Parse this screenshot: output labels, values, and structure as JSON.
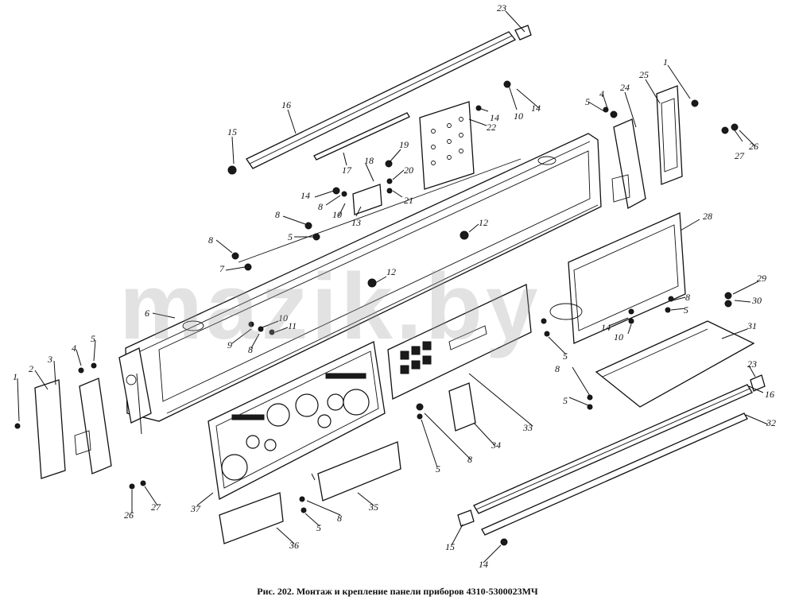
{
  "figure": {
    "caption": "Рис. 202. Монтаж и крепление панели приборов 4310-5300023МЧ",
    "watermark": "mazik.by"
  },
  "callouts": [
    {
      "label": "23"
    },
    {
      "label": "16"
    },
    {
      "label": "15"
    },
    {
      "label": "17"
    },
    {
      "label": "18"
    },
    {
      "label": "19"
    },
    {
      "label": "20"
    },
    {
      "label": "21"
    },
    {
      "label": "14"
    },
    {
      "label": "8"
    },
    {
      "label": "10"
    },
    {
      "label": "13"
    },
    {
      "label": "14"
    },
    {
      "label": "10"
    },
    {
      "label": "22"
    },
    {
      "label": "14"
    },
    {
      "label": "5"
    },
    {
      "label": "4"
    },
    {
      "label": "24"
    },
    {
      "label": "25"
    },
    {
      "label": "1"
    },
    {
      "label": "26"
    },
    {
      "label": "27"
    },
    {
      "label": "8"
    },
    {
      "label": "5"
    },
    {
      "label": "12"
    },
    {
      "label": "8"
    },
    {
      "label": "7"
    },
    {
      "label": "12"
    },
    {
      "label": "28"
    },
    {
      "label": "6"
    },
    {
      "label": "10"
    },
    {
      "label": "11"
    },
    {
      "label": "9"
    },
    {
      "label": "8"
    },
    {
      "label": "29"
    },
    {
      "label": "30"
    },
    {
      "label": "8"
    },
    {
      "label": "5"
    },
    {
      "label": "14"
    },
    {
      "label": "10"
    },
    {
      "label": "5"
    },
    {
      "label": "31"
    },
    {
      "label": "4"
    },
    {
      "label": "5"
    },
    {
      "label": "3"
    },
    {
      "label": "2"
    },
    {
      "label": "1"
    },
    {
      "label": "8"
    },
    {
      "label": "5"
    },
    {
      "label": "23"
    },
    {
      "label": "16"
    },
    {
      "label": "32"
    },
    {
      "label": "33"
    },
    {
      "label": "34"
    },
    {
      "label": "8"
    },
    {
      "label": "5"
    },
    {
      "label": "26"
    },
    {
      "label": "27"
    },
    {
      "label": "37"
    },
    {
      "label": "35"
    },
    {
      "label": "8"
    },
    {
      "label": "5"
    },
    {
      "label": "36"
    },
    {
      "label": "15"
    },
    {
      "label": "14"
    }
  ]
}
